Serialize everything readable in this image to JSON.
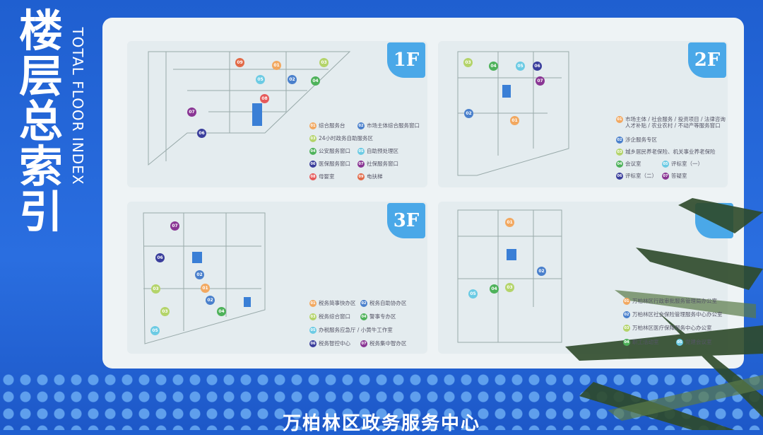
{
  "side": {
    "title": "楼层总索引",
    "title_en": "TOTAL FLOOR INDEX"
  },
  "bottom_title": "万柏林区政务服务中心",
  "colors": {
    "01": "#f2a860",
    "02": "#4a80cc",
    "03": "#b4d46a",
    "04": "#4eb25a",
    "05": "#6ccbe4",
    "06": "#3a3e9c",
    "07": "#8a3694",
    "08": "#e65a5a",
    "09": "#e26a48"
  },
  "floors": {
    "f1": {
      "badge": "1F",
      "legend": [
        {
          "n": "01",
          "t": "综合服务台"
        },
        {
          "n": "02",
          "t": "市场主体综合服务窗口"
        },
        {
          "n": "03",
          "t": "24小时政务自助服务区"
        },
        {
          "n": "04",
          "t": "公安服务窗口"
        },
        {
          "n": "05",
          "t": "自助预处理区"
        },
        {
          "n": "06",
          "t": "医保服务窗口"
        },
        {
          "n": "07",
          "t": "社保服务窗口"
        },
        {
          "n": "08",
          "t": "母婴室"
        },
        {
          "n": "09",
          "t": "电扶梯"
        }
      ]
    },
    "f2": {
      "badge": "2F",
      "legend": [
        {
          "n": "01",
          "t": "市场主体 / 社会服务 / 投资项目 / 法律咨询"
        },
        {
          "n": "01b",
          "t": "人才补贴 / 农业农村 / 不动产等服务窗口"
        },
        {
          "n": "02",
          "t": "涉企服务专区"
        },
        {
          "n": "03",
          "t": "城乡居民养老保险、机关事业养老保险"
        },
        {
          "n": "04",
          "t": "会议室"
        },
        {
          "n": "05",
          "t": "评标室（一）"
        },
        {
          "n": "06",
          "t": "评标室（二）"
        },
        {
          "n": "07",
          "t": "答疑室"
        }
      ]
    },
    "f3": {
      "badge": "3F",
      "legend": [
        {
          "n": "01",
          "t": "税务简事快办区"
        },
        {
          "n": "02",
          "t": "税务自助协办区"
        },
        {
          "n": "03",
          "t": "税务综合窗口"
        },
        {
          "n": "04",
          "t": "警事专办区"
        },
        {
          "n": "05",
          "t": "办税服务应急厅 / 小黄牛工作室"
        },
        {
          "n": "06",
          "t": "税务智控中心"
        },
        {
          "n": "07",
          "t": "税务集中智办区"
        }
      ]
    },
    "f4": {
      "legend": [
        {
          "n": "01",
          "t": "万柏林区行政审批服务管理局办公室"
        },
        {
          "n": "02",
          "t": "万柏林区社会保险管理服务中心办公室"
        },
        {
          "n": "03",
          "t": "万柏林区医疗保障服务中心办公室"
        },
        {
          "n": "04",
          "t": "职工活动室"
        },
        {
          "n": "05",
          "t": "党建会议室"
        }
      ]
    }
  }
}
